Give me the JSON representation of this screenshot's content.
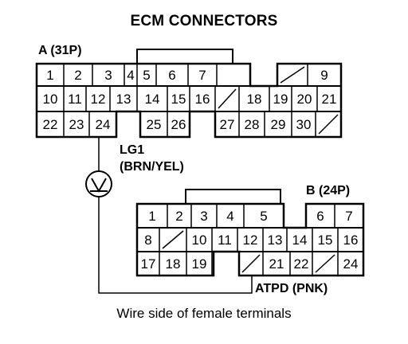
{
  "title": "ECM CONNECTORS",
  "connector_a": {
    "label": "A (31P)",
    "rows": [
      [
        "1",
        "2",
        "3",
        "4",
        "5",
        "6",
        "7",
        "",
        "",
        "9"
      ],
      [
        "10",
        "11",
        "12",
        "13",
        "14",
        "15",
        "16",
        "",
        "18",
        "19",
        "20",
        "21"
      ],
      [
        "22",
        "23",
        "24",
        "",
        "25",
        "26",
        "",
        "27",
        "28",
        "29",
        "30",
        ""
      ]
    ]
  },
  "connector_b": {
    "label": "B (24P)",
    "rows": [
      [
        "1",
        "2",
        "3",
        "4",
        "5",
        "",
        "6",
        "7"
      ],
      [
        "8",
        "",
        "10",
        "11",
        "12",
        "13",
        "14",
        "15",
        "16"
      ],
      [
        "17",
        "18",
        "19",
        "",
        "",
        "21",
        "22",
        "",
        "24"
      ]
    ]
  },
  "wires": {
    "lg1_label": "LG1",
    "lg1_color": "(BRN/YEL)",
    "atpd_label": "ATPD (PNK)"
  },
  "caption": "Wire side of female terminals"
}
